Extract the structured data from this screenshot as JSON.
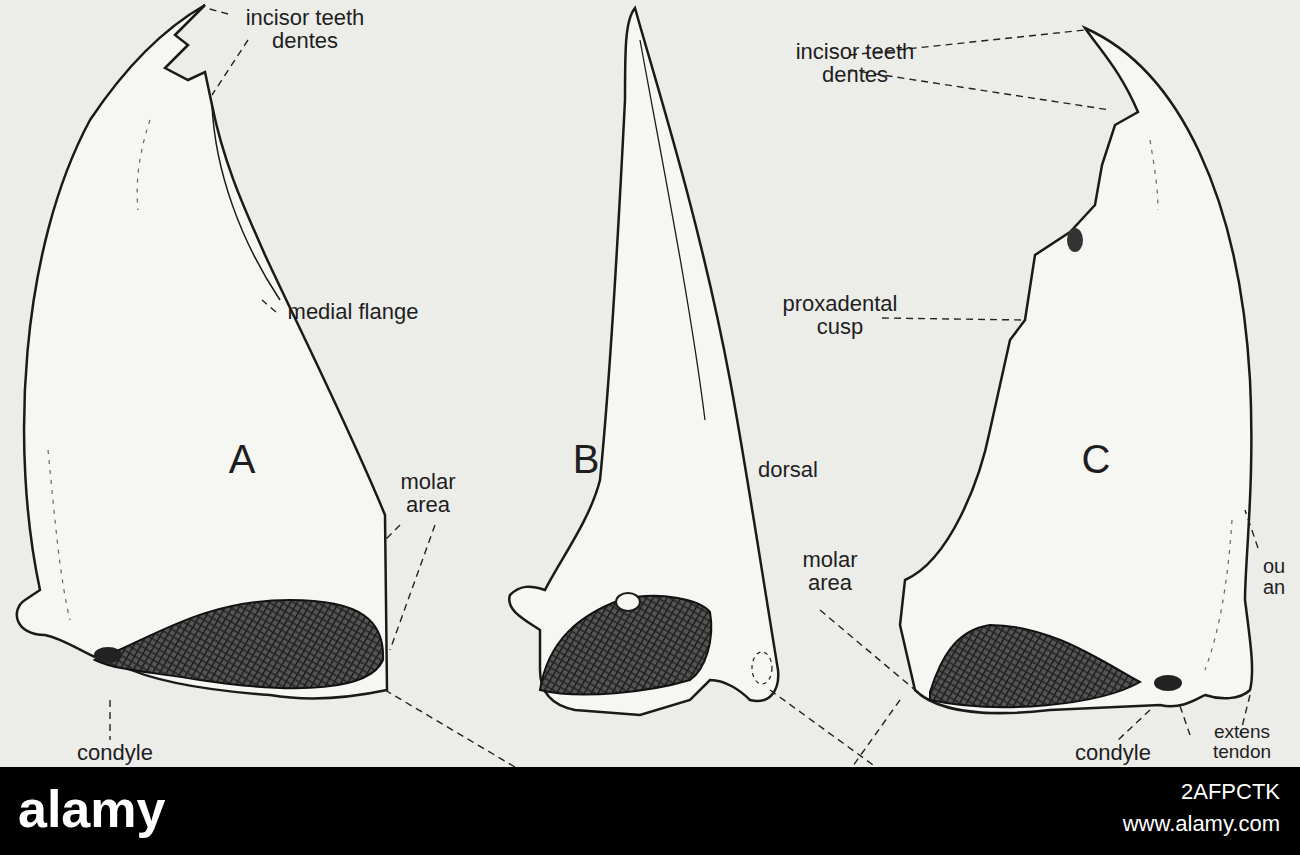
{
  "diagram": {
    "labels": [
      "incisor teeth dentes",
      "medial flange",
      "A",
      "molar area",
      "B",
      "dorsal",
      "incisor teeth dentes",
      "proxadental cusp",
      "C",
      "molar area",
      "condyle",
      "condyle",
      "ou an",
      "extens tendon",
      "alamy",
      "2AFPCTK",
      "www.alamy.com"
    ]
  }
}
